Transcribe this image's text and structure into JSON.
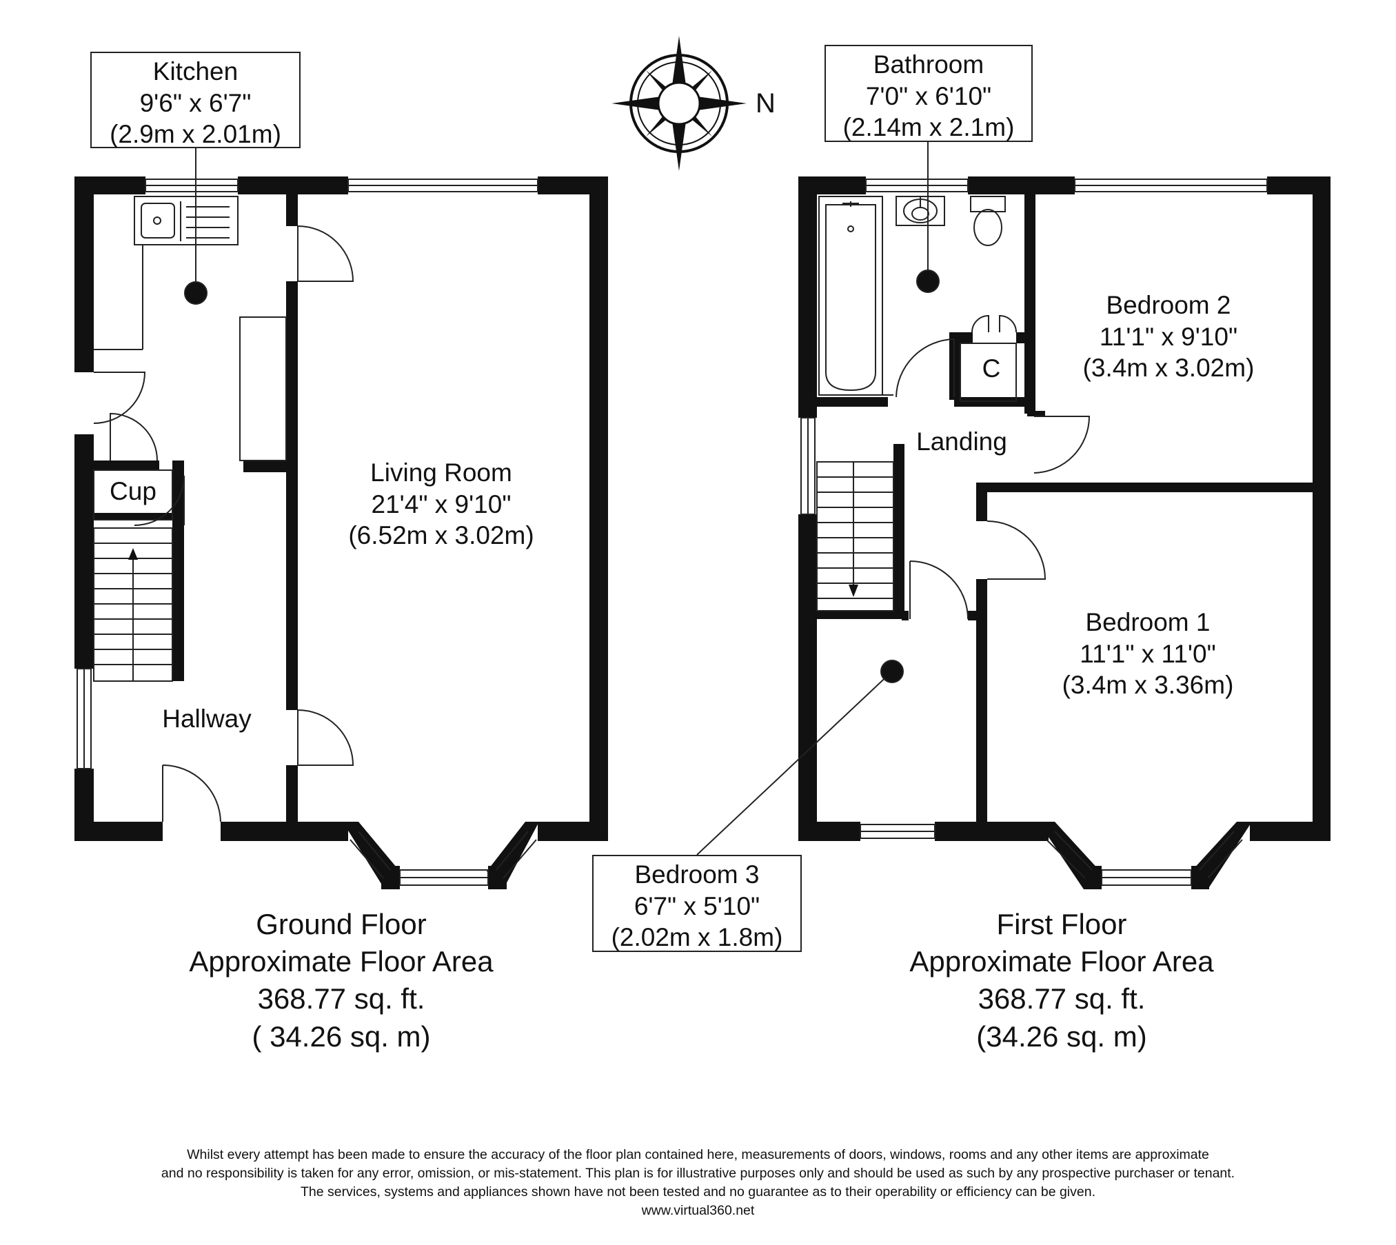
{
  "compass": {
    "north_label": "N",
    "icon": "compass-rose-icon"
  },
  "ground_floor": {
    "rooms": {
      "kitchen": {
        "name": "Kitchen",
        "imperial": "9'6\" x 6'7\"",
        "metric": "(2.9m x 2.01m)"
      },
      "living_room": {
        "name": "Living Room",
        "imperial": "21'4\" x 9'10\"",
        "metric": "(6.52m x 3.02m)"
      },
      "cup": {
        "name": "Cup"
      },
      "hallway": {
        "name": "Hallway"
      }
    },
    "area": {
      "title": "Ground Floor",
      "subtitle": "Approximate Floor Area",
      "sqft": "368.77 sq. ft.",
      "sqm": "( 34.26 sq. m)"
    }
  },
  "first_floor": {
    "rooms": {
      "bathroom": {
        "name": "Bathroom",
        "imperial": "7'0\" x 6'10\"",
        "metric": "(2.14m x 2.1m)"
      },
      "bedroom2": {
        "name": "Bedroom 2",
        "imperial": "11'1\" x 9'10\"",
        "metric": "(3.4m x 3.02m)"
      },
      "bedroom1": {
        "name": "Bedroom 1",
        "imperial": "11'1\" x 11'0\"",
        "metric": "(3.4m x 3.36m)"
      },
      "bedroom3": {
        "name": "Bedroom 3",
        "imperial": "6'7\" x 5'10\"",
        "metric": "(2.02m x 1.8m)"
      },
      "landing": {
        "name": "Landing"
      },
      "cupboard": {
        "name": "C"
      }
    },
    "area": {
      "title": "First Floor",
      "subtitle": "Approximate Floor Area",
      "sqft": "368.77 sq. ft.",
      "sqm": "(34.26 sq. m)"
    }
  },
  "disclaimer": {
    "line1": "Whilst every attempt has been made to ensure the accuracy of the floor plan contained here, measurements of doors, windows, rooms and any other items are approximate",
    "line2": "and no responsibility is taken for any error, omission, or mis-statement. This plan is for illustrative purposes only and should be used as such by any prospective purchaser or tenant.",
    "line3": "The services, systems and appliances shown have not been tested and no guarantee as to their operability or efficiency can be given.",
    "website": "www.virtual360.net"
  }
}
